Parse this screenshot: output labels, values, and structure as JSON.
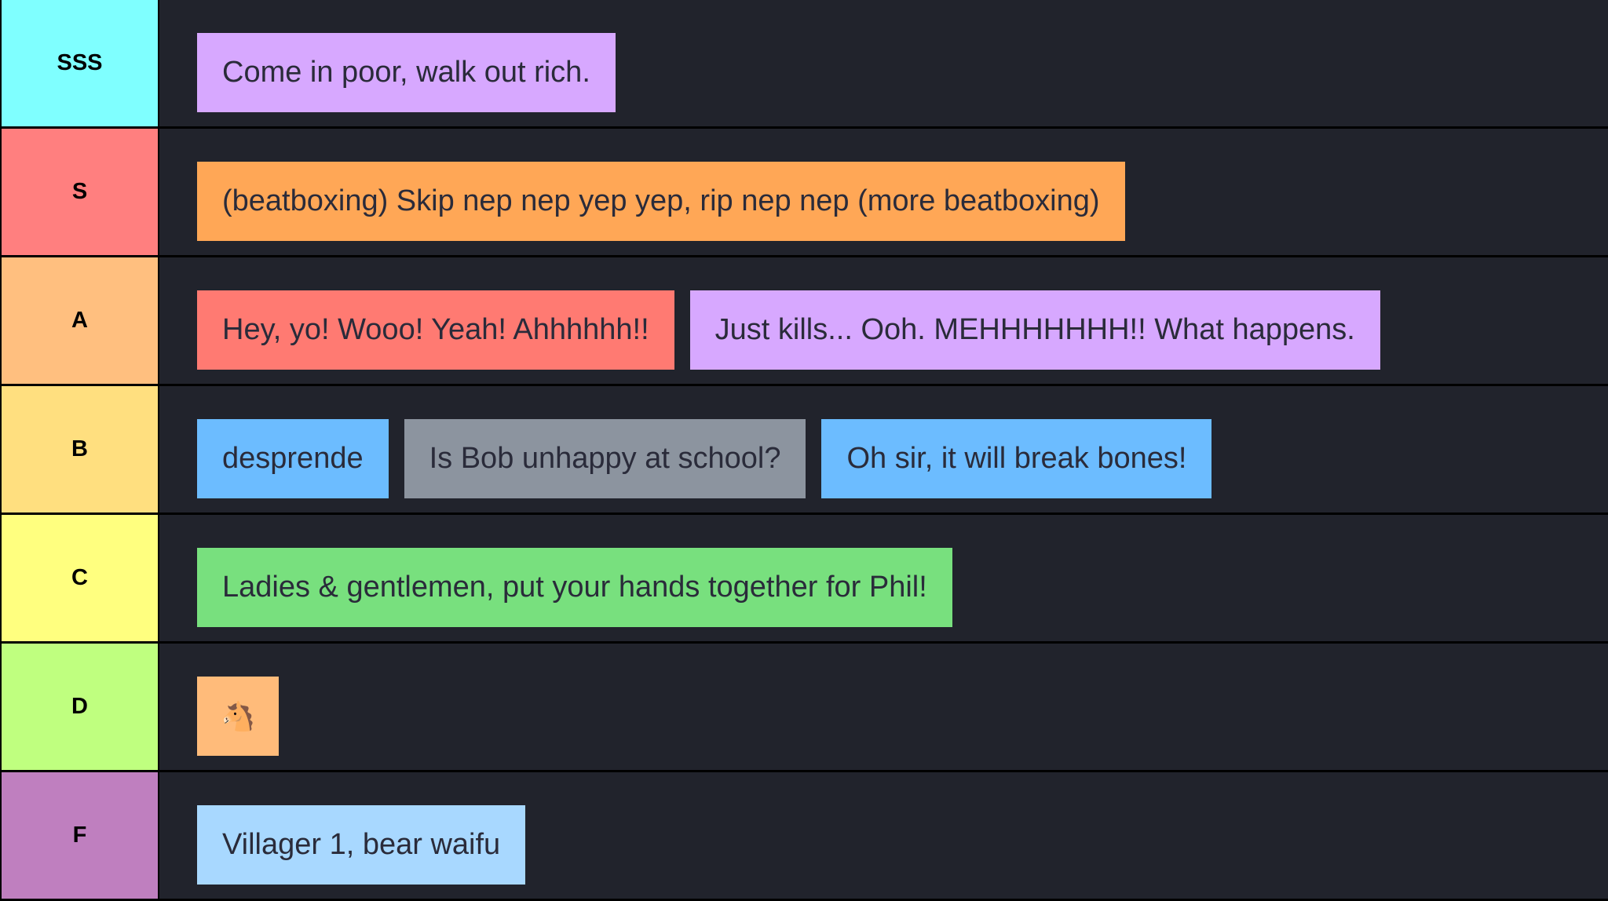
{
  "tiers": [
    {
      "label": "SSS",
      "color": "#7fffff",
      "items": [
        {
          "text": "Come in poor, walk out rich.",
          "color": "#d7a8ff"
        }
      ]
    },
    {
      "label": "S",
      "color": "#ff7f7f",
      "items": [
        {
          "text": "(beatboxing) Skip nep nep yep yep, rip nep nep (more beatboxing)",
          "color": "#ffa756"
        }
      ]
    },
    {
      "label": "A",
      "color": "#ffbf7f",
      "items": [
        {
          "text": "Hey, yo! Wooo! Yeah! Ahhhhhh!!",
          "color": "#ff7a72"
        },
        {
          "text": "Just kills... Ooh. MEHHHHHHH!! What happens.",
          "color": "#d7a8ff"
        }
      ]
    },
    {
      "label": "B",
      "color": "#ffdf7f",
      "items": [
        {
          "text": "desprende",
          "color": "#6cbcff"
        },
        {
          "text": "Is Bob unhappy at school?",
          "color": "#8c949f"
        },
        {
          "text": "Oh sir, it will break bones!",
          "color": "#6cbcff"
        }
      ]
    },
    {
      "label": "C",
      "color": "#ffff7f",
      "items": [
        {
          "text": "Ladies & gentlemen, put your hands together for Phil!",
          "color": "#78e07e"
        }
      ]
    },
    {
      "label": "D",
      "color": "#bfff7f",
      "items": [
        {
          "text": "🐴",
          "color": "#ffbb7a",
          "icon": "horse-face-emoji"
        }
      ]
    },
    {
      "label": "F",
      "color": "#bf7fbf",
      "items": [
        {
          "text": "Villager 1, bear waifu",
          "color": "#a8d8ff"
        }
      ]
    }
  ]
}
